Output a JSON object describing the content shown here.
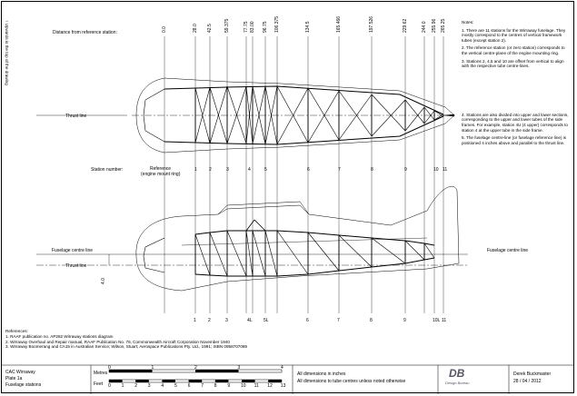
{
  "side_label": "↑ Upwards is the top of the drawing",
  "top_view": {
    "distance_label": "Distance from reference station:",
    "distances": [
      "0.0",
      "28.0",
      "42.5",
      "59.375",
      "77.75",
      "83.00",
      "96.75",
      "106.375",
      "134.5",
      "165.466",
      "197.526",
      "229.62",
      "244.0",
      "255.96",
      "265.25"
    ],
    "thrust_line_label": "Thrust line"
  },
  "station_row": {
    "label": "Station number:",
    "reference_label": "Reference",
    "reference_sub": "(engine mount ring)",
    "stations": [
      "1",
      "2",
      "3",
      "4",
      "5",
      "6",
      "7",
      "8",
      "9",
      "10",
      "11"
    ],
    "bottom_stations": [
      "1",
      "2",
      "3",
      "4L",
      "5L",
      "6",
      "7",
      "8",
      "9",
      "10L",
      "11"
    ]
  },
  "side_view": {
    "fuselage_centre_line_left": "Fuselage centre line",
    "fuselage_centre_line_right": "Fuselage centre line",
    "thrust_line_label": "Thrust line",
    "offset_label": "4.0"
  },
  "notes": {
    "title": "Notes:",
    "items": [
      "1. There are 11 stations for the Wirraway fuselage. They mostly correspond to the centres of vertical framework tubes (except station 2).",
      "2. The reference station (or zero station) corresponds to the vertical centre-plane of the engine mounting ring.",
      "3. Stations 2, 4,5 and 10 are offset from vertical to align with the respective tube centre-lines.",
      "4. Stations are also divided into upper and lower sections, corresponding to the upper and lower tubes of the side frames. For example, station 4U (4 upper) corresponds to station 4 at the upper tube in the side frame.",
      "5. The fuselage centre-line (or fuselage reference line) is positioned 4 inches above and parallel to the thrust line."
    ]
  },
  "references": {
    "title": "References:",
    "items": [
      "1. RAAF publication no. AP282 Wirraway stations diagram",
      "2. Wirraway Overhaul and Repair manual, RAAF Publication No. 76, Commonwealth Aircraft Corporation November 1940",
      "3. Wirraway Boomerang and CA15 in Australian Service; Wilson, Stuart; Aerospace Publications Pty. Ltd., 1991; ISBN 0958707089"
    ]
  },
  "title_block": {
    "line1": "CAC Wirraway",
    "line2": "Plate 1a",
    "line3": "Fuselage stations",
    "scale_metres_label": "Metres",
    "scale_feet_label": "Feet",
    "metre_ticks": [
      "0",
      "1",
      "2",
      "3",
      "4"
    ],
    "feet_ticks": [
      "0",
      "1",
      "2",
      "3",
      "4",
      "5",
      "6",
      "7",
      "8",
      "9",
      "10",
      "11",
      "12",
      "13"
    ],
    "dim_note1": "All dimensions in inches",
    "dim_note2": "All dimensions to tube centres unless noted otherwise",
    "logo_text": "DB",
    "logo_sub": "Design Bureau",
    "author": "Derek Buckmaster",
    "date": "28 / 04 / 2012"
  }
}
